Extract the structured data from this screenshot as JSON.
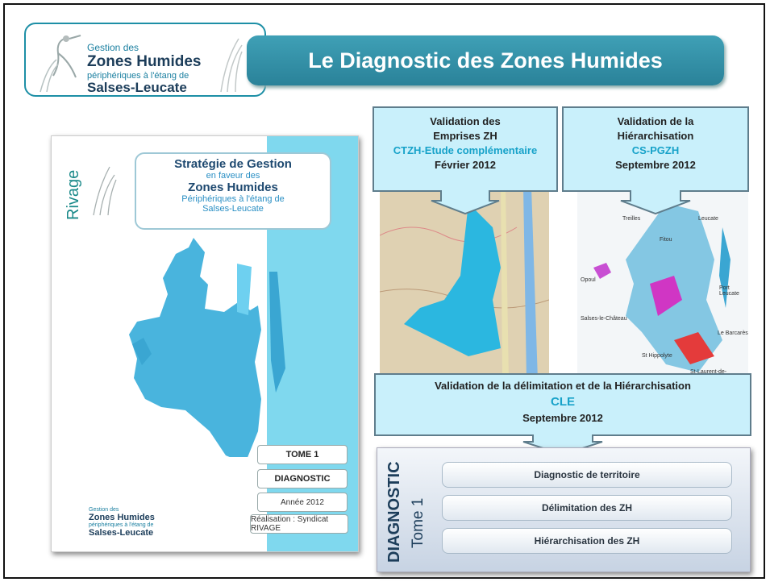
{
  "logo": {
    "line1": "Gestion des",
    "line2": "Zones Humides",
    "line3": "périphériques à l'étang de",
    "line4": "Salses-Leucate"
  },
  "title": "Le Diagnostic des Zones Humides",
  "cover": {
    "brand": "Rivage",
    "title1": "Stratégie de Gestion",
    "title2": "en faveur des",
    "title3": "Zones Humides",
    "title4": "Périphériques à l'étang de",
    "title5": "Salses-Leucate",
    "tome": "TOME 1",
    "diagnostic": "DIAGNOSTIC",
    "year": "Année 2012",
    "realisation": "Réalisation : Syndicat RIVAGE",
    "logo1": "Gestion des",
    "logo2": "Zones Humides",
    "logo3": "périphériques à l'étang de",
    "logo4": "Salses-Leucate"
  },
  "callout_left": {
    "line1": "Validation des",
    "line2": "Emprises ZH",
    "line3": "CTZH-Etude complémentaire",
    "line4": "Février 2012"
  },
  "callout_right": {
    "line1": "Validation de la",
    "line2": "Hiérarchisation",
    "line3": "CS-PGZH",
    "line4": "Septembre 2012"
  },
  "callout_bottom": {
    "line1": "Validation de la délimitation et de la Hiérarchisation",
    "line2": "CLE",
    "line3": "Septembre 2012"
  },
  "map_right_labels": [
    "Treilles",
    "Leucate",
    "Fitou",
    "Opoul",
    "Port Leucate",
    "Salses-le-Château",
    "Le Barcarès",
    "St Hippolyte",
    "St-Laurent-de-"
  ],
  "diagnostic": {
    "vertical1": "DIAGNOSTIC",
    "vertical2": "Tome 1",
    "items": [
      "Diagnostic de territoire",
      "Délimitation des ZH",
      "Hiérarchisation des ZH"
    ]
  },
  "colors": {
    "accent": "#2a8299",
    "callout": "#c9f0fb",
    "callout_text_blue": "#17a2c9",
    "lagoon": "#5cc6ea"
  }
}
